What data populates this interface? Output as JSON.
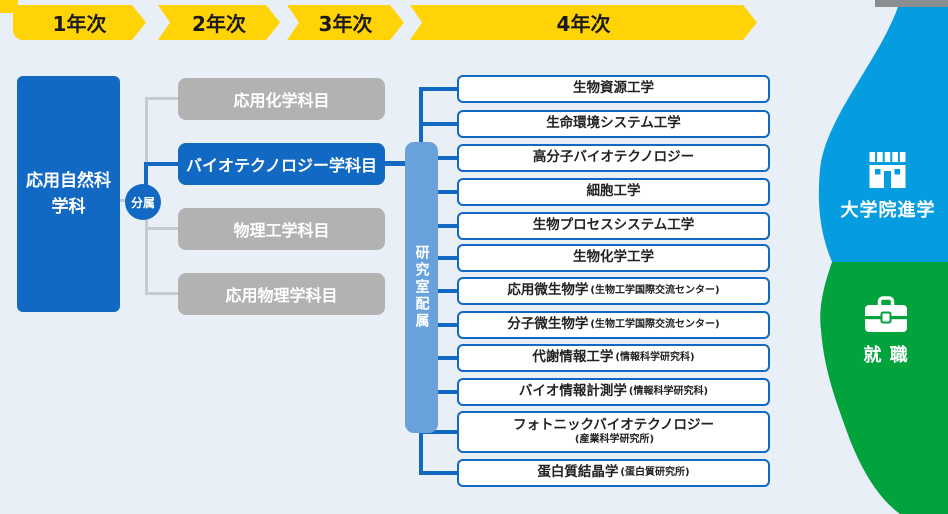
{
  "stages": [
    {
      "label": "1年次"
    },
    {
      "label": "2年次"
    },
    {
      "label": "3年次"
    },
    {
      "label": "4年次"
    }
  ],
  "department": {
    "line1": "応用自然科",
    "line2": "学科"
  },
  "branch_label": "分属",
  "courses": [
    {
      "label": "応用化学科目",
      "highlight": false
    },
    {
      "label": "バイオテクノロジー学科目",
      "highlight": true
    },
    {
      "label": "物理工学科目",
      "highlight": false
    },
    {
      "label": "応用物理学科目",
      "highlight": false
    }
  ],
  "lab_assignment_label": "研究室配属",
  "labs": [
    {
      "name": "生物資源工学",
      "note": ""
    },
    {
      "name": "生命環境システム工学",
      "note": ""
    },
    {
      "name": "高分子バイオテクノロジー",
      "note": ""
    },
    {
      "name": "細胞工学",
      "note": ""
    },
    {
      "name": "生物プロセスシステム工学",
      "note": ""
    },
    {
      "name": "生物化学工学",
      "note": ""
    },
    {
      "name": "応用微生物学",
      "note": "(生物工学国際交流センター)"
    },
    {
      "name": "分子微生物学",
      "note": "(生物工学国際交流センター)"
    },
    {
      "name": "代謝情報工学",
      "note": "(情報科学研究科)"
    },
    {
      "name": "バイオ情報計測学",
      "note": "(情報科学研究科)"
    },
    {
      "name": "フォトニックバイオテクノロジー",
      "note": "(産業科学研究所)"
    },
    {
      "name": "蛋白質結晶学",
      "note": "(蛋白質研究所)"
    }
  ],
  "outcomes": {
    "graduate_school": {
      "label": "大学院進学",
      "icon": "university-building-icon",
      "color": "#069de0"
    },
    "employment": {
      "label": "就 職",
      "icon": "briefcase-icon",
      "color": "#02a23c"
    }
  },
  "colors": {
    "background": "#e8eff7",
    "banner_yellow": "#ffd305",
    "primary_blue": "#1269c4",
    "course_gray": "#b2b2b2",
    "bar_blue": "#68a1db",
    "grad_blue": "#069de0",
    "employment_green": "#02a23c",
    "top_gray_bar": "#8a8e91",
    "connector_gray": "#c6cbd2"
  }
}
